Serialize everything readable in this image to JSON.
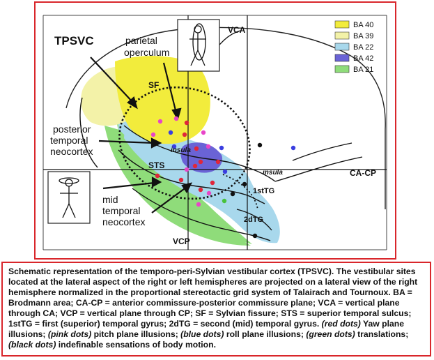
{
  "figure": {
    "region_labels": {
      "tpsvc": "TPSVC",
      "parietal_line1": "parietal",
      "parietal_line2": "operculum",
      "vca": "VCA",
      "sf": "SF",
      "posterior_line1": "posterior",
      "posterior_line2": "temporal",
      "posterior_line3": "neocortex",
      "insula_inner": "insula",
      "insula_outer": "insula",
      "sts": "STS",
      "ca_cp": "CA-CP",
      "first_tg": "1stTG",
      "mid_line1": "mid",
      "mid_line2": "temporal",
      "mid_line3": "neocortex",
      "second_tg": "2dTG",
      "vcp": "VCP"
    },
    "legend": [
      {
        "label": "BA 40",
        "color": "#f2ec3c"
      },
      {
        "label": "BA 39",
        "color": "#f3f2a8"
      },
      {
        "label": "BA 22",
        "color": "#a8d8ec"
      },
      {
        "label": "BA 42",
        "color": "#6a63d6"
      },
      {
        "label": "BA 21",
        "color": "#8fdc7a"
      }
    ],
    "dot_colors": {
      "red": "#e0263a",
      "pink": "#e845c8",
      "blue": "#3a3ee0",
      "green": "#48c23c",
      "black": "#111111"
    }
  },
  "caption": {
    "main": "Schematic representation of the temporo-peri-Sylvian vestibular cortex (TPSVC). The vestibular sites located at the lateral aspect of the right or left hemispheres are projected on a lateral view of the right hemisphere normalized in the proportional stereotactic grid system of Talairach and Tournoux. BA = Brodmann area; CA-CP = anterior commissure-posterior commissure plane; VCA = vertical plane through CA; VCP = vertical plane through CP; SF = Sylvian fissure; STS = superior temporal sulcus; 1stTG = first (superior) temporal gyrus; 2dTG = second (mid) temporal gyrus. ",
    "red_label": "(red dots)",
    "red_text": " Yaw plane illusions; ",
    "pink_label": "(pink dots)",
    "pink_text": " pitch plane illusions; ",
    "blue_label": "(blue dots)",
    "blue_text": " roll plane illusions; ",
    "green_label": "(green dots)",
    "green_text": " translations; ",
    "black_label": "(black dots)",
    "black_text": " indefinable sensations of body motion."
  }
}
